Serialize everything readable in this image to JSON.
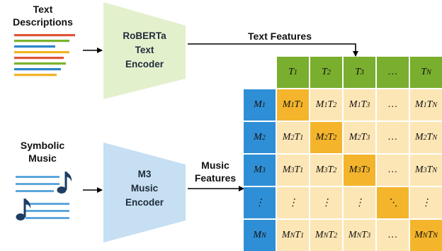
{
  "labels": {
    "text_input_line1": "Text",
    "text_input_line2": "Descriptions",
    "music_input_line1": "Symbolic",
    "music_input_line2": "Music",
    "text_features": "Text Features",
    "music_features_line1": "Music",
    "music_features_line2": "Features"
  },
  "text_encoder": {
    "line1": "RoBERTa",
    "line2": "Text",
    "line3": "Encoder"
  },
  "music_encoder": {
    "line1": "M3",
    "line2": "Music",
    "line3": "Encoder"
  },
  "matrix": {
    "col_headers": [
      "T_1",
      "T_2",
      "T_3",
      "…",
      "T_N"
    ],
    "row_headers": [
      "M_1",
      "M_2",
      "M_3",
      "⋮",
      "M_N"
    ],
    "cells": [
      [
        "M_1T_1",
        "M_1T_2",
        "M_1T_3",
        "…",
        "M_1T_N"
      ],
      [
        "M_2T_1",
        "M_2T_2",
        "M_2T_3",
        "…",
        "M_2T_N"
      ],
      [
        "M_3T_1",
        "M_3T_2",
        "M_3T_3",
        "…",
        "M_3T_N"
      ],
      [
        "⋮",
        "⋮",
        "⋮",
        "⋱",
        "⋮"
      ],
      [
        "M_NT_1",
        "M_NT_2",
        "M_NT_3",
        "…",
        "M_NT_N"
      ]
    ]
  },
  "colors": {
    "text_encoder": "#e3f0cc",
    "music_encoder": "#c6dff3",
    "col_header": "#7aae2f",
    "row_header": "#2f8fd6",
    "cell": "#fde6b5",
    "cell_diagonal": "#f4b52c",
    "text_line_colors": [
      "#e0543a",
      "#7ab32e",
      "#2b86cc",
      "#f2b223",
      "#e0543a",
      "#7ab32e",
      "#2b86cc",
      "#f2b223"
    ],
    "music_icon": "#1d3d63",
    "music_lines": "#5ea6dc"
  },
  "icons": {
    "text_doc": "text-lines-icon",
    "music": "music-notes-icon"
  }
}
